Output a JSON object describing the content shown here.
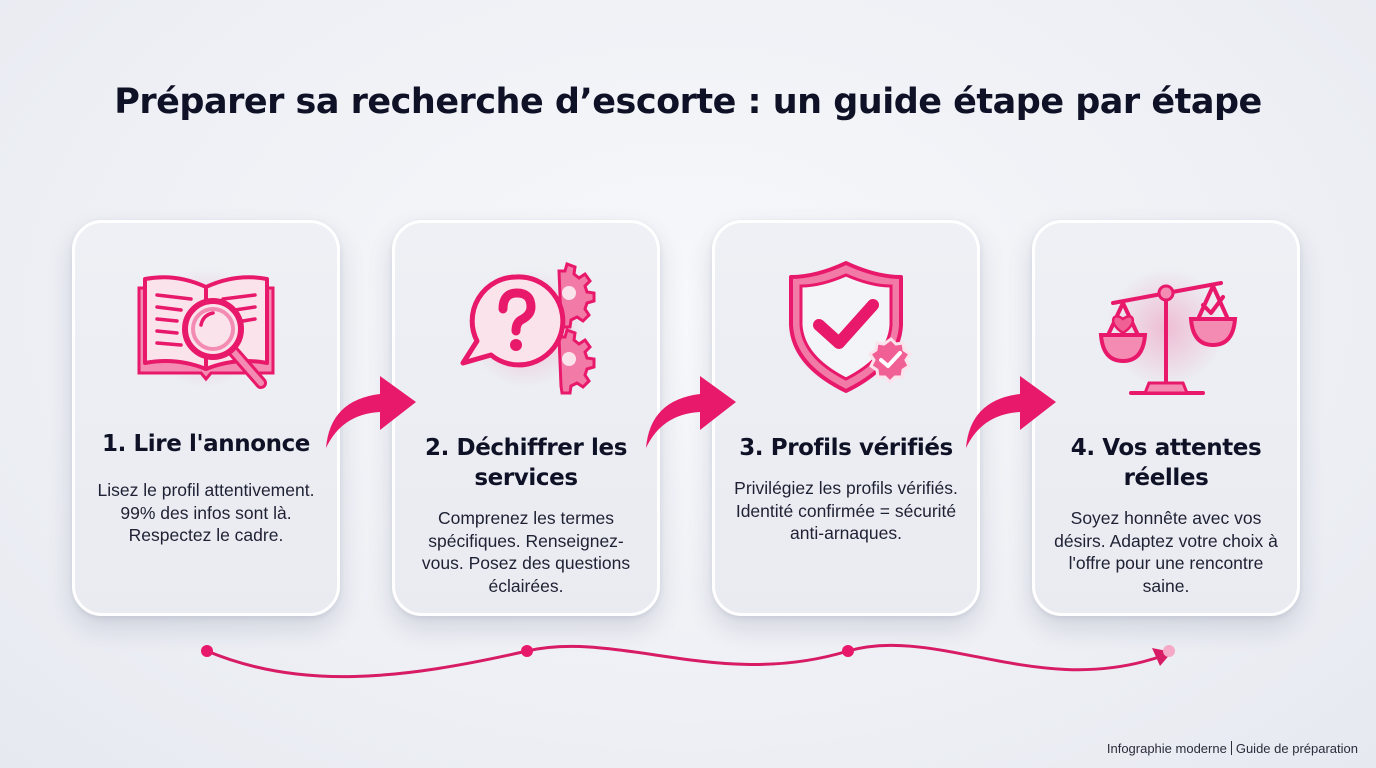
{
  "title": "Préparer sa recherche d’escorte : un guide étape par étape",
  "accent_color": "#e8196a",
  "steps": [
    {
      "number": "1",
      "title": "1. Lire l'annonce",
      "text": "Lisez le profil attentivement. 99% des infos sont là. Respectez le cadre.",
      "icon": "book-magnifier-icon"
    },
    {
      "number": "2",
      "title": "2. Déchiffrer les services",
      "text": "Comprenez les termes spécifiques. Renseignez-vous. Posez des questions éclairées.",
      "icon": "question-bubble-gears-icon"
    },
    {
      "number": "3",
      "title": "3. Profils vérifiés",
      "text": "Privilégiez les profils vérifiés. Identité confirmée = sécurité anti-arnaques.",
      "icon": "shield-check-icon"
    },
    {
      "number": "4",
      "title": "4. Vos attentes réelles",
      "text": "Soyez honnête avec vos désirs. Adaptez votre choix à l'offre pour une rencontre saine.",
      "icon": "balance-scale-icon"
    }
  ],
  "footer": {
    "left": "Infographie moderne",
    "right": "Guide de préparation"
  }
}
